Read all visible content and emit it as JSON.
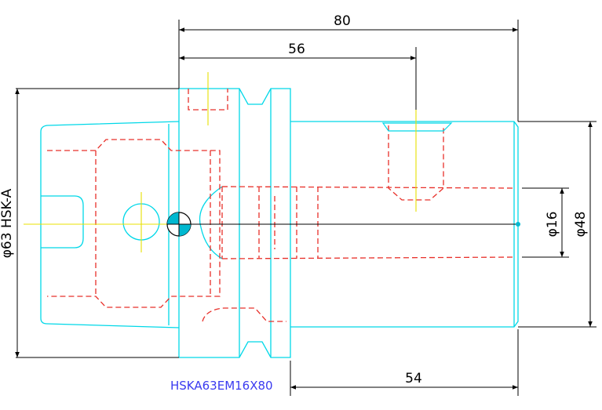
{
  "drawing": {
    "part_code": "HSKA63EM16X80",
    "dimensions": {
      "overall_length": "80",
      "body_length": "56",
      "shank_length": "54",
      "flange_diameter": "φ63 HSK-A",
      "bore_diameter": "φ16",
      "body_diameter": "φ48"
    }
  },
  "colors": {
    "outline": "#00d8e8",
    "hidden": "#e8302a",
    "center": "#e8e000",
    "dimension": "#000000",
    "title": "#3a3af0"
  }
}
